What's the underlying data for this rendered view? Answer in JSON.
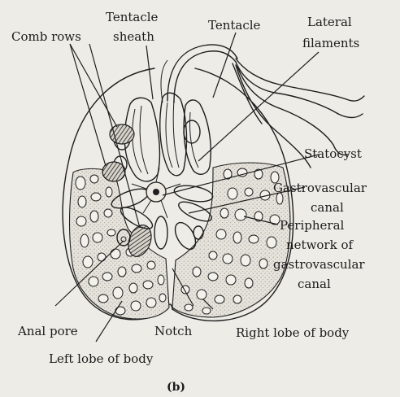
{
  "labels": {
    "comb_rows": "Comb rows",
    "tentacle_sheath_1": "Tentacle",
    "tentacle_sheath_2": "sheath",
    "tentacle": "Tentacle",
    "lateral_filaments_1": "Lateral",
    "lateral_filaments_2": "filaments",
    "statocyst": "Statocyst",
    "gastrovascular_canal_1": "Gastrovascular",
    "gastrovascular_canal_2": "canal",
    "peripheral_network_1": "Peripheral",
    "peripheral_network_2": "network of",
    "peripheral_network_3": "gastrovascular",
    "peripheral_network_4": "canal",
    "anal_pore": "Anal pore",
    "notch": "Notch",
    "right_lobe": "Right lobe of body",
    "left_lobe": "Left lobe of body"
  },
  "caption": "(b)",
  "colors": {
    "ink": "#1e1e1e",
    "background": "#eeece6",
    "stipple": "#a9a59d"
  }
}
